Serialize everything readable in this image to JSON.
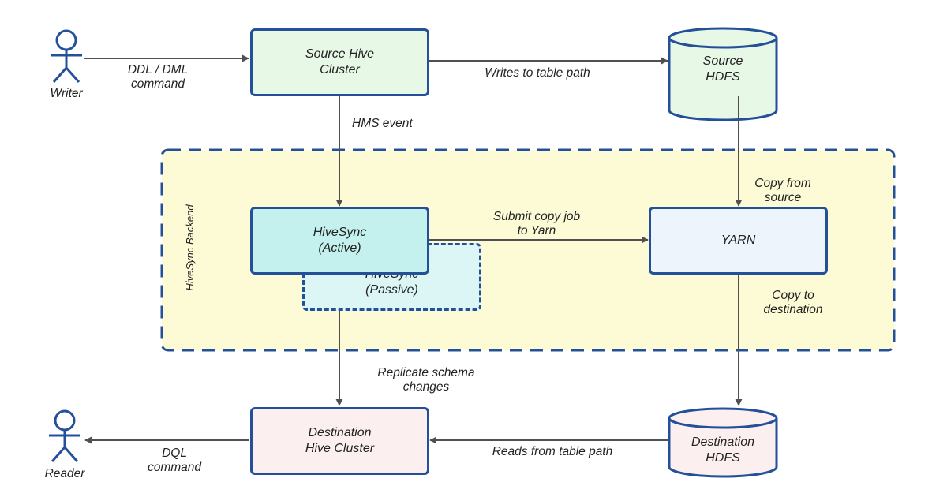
{
  "actors": {
    "writer": "Writer",
    "reader": "Reader"
  },
  "nodes": {
    "source_hive": [
      "Source Hive",
      "Cluster"
    ],
    "source_hdfs": [
      "Source",
      "HDFS"
    ],
    "hivesync_active": [
      "HiveSync",
      "(Active)"
    ],
    "hivesync_passive": [
      "HiveSync",
      "(Passive)"
    ],
    "yarn": "YARN",
    "dest_hive": [
      "Destination",
      "Hive Cluster"
    ],
    "dest_hdfs": [
      "Destination",
      "HDFS"
    ]
  },
  "group": {
    "label": "HiveSync Backend"
  },
  "edges": {
    "ddl_dml": [
      "DDL / DML",
      "command"
    ],
    "writes": "Writes to table path",
    "hms_event": "HMS event",
    "copy_from_source": [
      "Copy from",
      "source"
    ],
    "submit_copy": [
      "Submit copy job",
      "to Yarn"
    ],
    "copy_to_dest": [
      "Copy to",
      "destination"
    ],
    "replicate": [
      "Replicate schema",
      "changes"
    ],
    "reads": "Reads from table path",
    "dql": [
      "DQL",
      "command"
    ]
  },
  "colors": {
    "border": "#24509a",
    "group_fill": "#fdfbd6",
    "source_fill": "#e8f8e7",
    "active_fill": "#c4f0ee",
    "passive_fill": "#dcf6f5",
    "yarn_fill": "#eef4fc",
    "dest_fill": "#fcefef",
    "arrow": "#505050"
  }
}
